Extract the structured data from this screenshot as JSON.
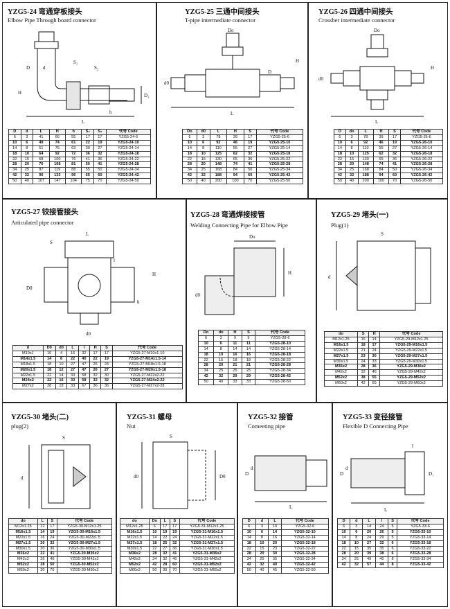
{
  "sections": [
    {
      "title": "YZG5-24 弯通穿板接头",
      "subtitle": "Elbow Pipe Through  board connector",
      "labels": [
        "S₁",
        "S₂",
        "D",
        "d",
        "H",
        "h",
        "L",
        "D₁"
      ],
      "headers": [
        "D",
        "d",
        "L",
        "H",
        "h",
        "S₂",
        "S₃",
        "代号 Code"
      ],
      "rows": [
        [
          "6",
          "3",
          "41",
          "66",
          "55",
          "17",
          "17",
          "YZG5-24-6"
        ],
        [
          "10",
          "6",
          "49",
          "74",
          "61",
          "22",
          "19",
          "YZG5-24-10"
        ],
        [
          "14",
          "8",
          "51",
          "76",
          "63",
          "30",
          "27",
          "YZG5-24-14"
        ],
        [
          "18",
          "10",
          "64",
          "92",
          "72",
          "36",
          "32",
          "YZG5-24-18"
        ],
        [
          "22",
          "15",
          "68",
          "100",
          "76",
          "41",
          "36",
          "YZG5-24-22"
        ],
        [
          "28",
          "20",
          "76",
          "108",
          "81",
          "50",
          "41",
          "YZG5-24-28"
        ],
        [
          "34",
          "25",
          "87",
          "119",
          "88",
          "55",
          "50",
          "YZG5-24-34"
        ],
        [
          "42",
          "32",
          "96",
          "133",
          "96",
          "65",
          "60",
          "YZG5-24-42"
        ],
        [
          "50",
          "40",
          "107",
          "147",
          "104",
          "75",
          "70",
          "YZG5-24-50"
        ]
      ],
      "bold_rows": [
        1,
        3,
        5,
        7
      ]
    },
    {
      "title": "YZG5-25 三通中间接头",
      "subtitle": "T-pipe intermediate connector",
      "labels": [
        "Do",
        "d0",
        "H",
        "L",
        "D"
      ],
      "headers": [
        "Do",
        "d0",
        "L",
        "H",
        "S",
        "代号 Code"
      ],
      "rows": [
        [
          "6",
          "3",
          "78",
          "39",
          "17",
          "YZG5-25-6"
        ],
        [
          "10",
          "6",
          "92",
          "46",
          "19",
          "YZG5-25-10"
        ],
        [
          "14",
          "8",
          "110",
          "55",
          "27",
          "YZG5-25-14"
        ],
        [
          "18",
          "10",
          "125",
          "62",
          "32",
          "YZG5-25-18"
        ],
        [
          "22",
          "15",
          "130",
          "65",
          "36",
          "YZG5-25-22"
        ],
        [
          "28",
          "20",
          "148",
          "74",
          "41",
          "YZG5-25-28"
        ],
        [
          "34",
          "25",
          "168",
          "84",
          "50",
          "YZG5-25-34"
        ],
        [
          "42",
          "32",
          "188",
          "94",
          "60",
          "YZG5-25-42"
        ],
        [
          "50",
          "40",
          "200",
          "100",
          "70",
          "YZG5-25-50"
        ]
      ],
      "bold_rows": [
        1,
        3,
        5,
        7
      ]
    },
    {
      "title": "YZG5-26 四通中间接头",
      "subtitle": "Crossber intermediate connector",
      "labels": [
        "Do",
        "d0",
        "H",
        "L"
      ],
      "headers": [
        "D",
        "do",
        "L",
        "H",
        "S",
        "代号 Code"
      ],
      "rows": [
        [
          "6",
          "3",
          "78",
          "39",
          "17",
          "YZG5-26-6"
        ],
        [
          "10",
          "6",
          "92",
          "46",
          "19",
          "YZG5-26-10"
        ],
        [
          "14",
          "8",
          "110",
          "55",
          "27",
          "YZG5-26-14"
        ],
        [
          "18",
          "10",
          "125",
          "62",
          "32",
          "YZG5-26-18"
        ],
        [
          "22",
          "15",
          "130",
          "65",
          "36",
          "YZG5-26-22"
        ],
        [
          "28",
          "20",
          "148",
          "74",
          "41",
          "YZG5-26-28"
        ],
        [
          "34",
          "25",
          "168",
          "84",
          "50",
          "YZG5-26-34"
        ],
        [
          "42",
          "32",
          "188",
          "94",
          "60",
          "YZG5-26-42"
        ],
        [
          "50",
          "40",
          "200",
          "100",
          "70",
          "YZG5-26-50"
        ]
      ],
      "bold_rows": [
        1,
        3,
        5,
        7
      ]
    },
    {
      "title": "YZG5-27 铰接管接头",
      "subtitle": "Articulated pipe connector",
      "labels": [
        "L",
        "S",
        "D0",
        "H",
        "h",
        "d0",
        "l"
      ],
      "headers": [
        "d",
        "D0",
        "d0",
        "L",
        "l",
        "H",
        "S",
        "代号 Code"
      ],
      "rows": [
        [
          "M10x1",
          "10",
          "4",
          "16",
          "32",
          "17",
          "17",
          "YZG5-27-M10x1-10"
        ],
        [
          "M14x1.5",
          "14",
          "8",
          "22",
          "40",
          "22",
          "19",
          "YZG5-27-M14x1.5-14"
        ],
        [
          "M18x1.5",
          "18",
          "10",
          "27",
          "47",
          "26",
          "24",
          "YZG5-27-M18x1.5-18"
        ],
        [
          "M20x1.5",
          "18",
          "12",
          "27",
          "47",
          "26",
          "27",
          "YZG5-27-M20x1.5-18"
        ],
        [
          "M22x1.5",
          "22",
          "14",
          "33",
          "58",
          "32",
          "30",
          "YZG5-27-M22x2-22"
        ],
        [
          "M24x2",
          "22",
          "16",
          "33",
          "58",
          "32",
          "32",
          "YZG5-27-M24x2-22"
        ],
        [
          "M27x2",
          "28",
          "18",
          "33",
          "67",
          "36",
          "36",
          "YZG5-27-M27x2-28"
        ]
      ],
      "bold_rows": [
        1,
        3,
        5
      ]
    },
    {
      "title": "YZG5-28 弯通焊接接管",
      "subtitle": "Welding Connecting Pipe for Elbow Pipe",
      "labels": [
        "Do",
        "d0",
        "H"
      ],
      "headers": [
        "Do",
        "do",
        "H",
        "S",
        "代号 Code"
      ],
      "rows": [
        [
          "6",
          "3",
          "9",
          "9",
          "YZG5-28-6"
        ],
        [
          "10",
          "6",
          "11",
          "11",
          "YZG5-28-10"
        ],
        [
          "14",
          "8",
          "14",
          "14",
          "YZG5-28-14"
        ],
        [
          "18",
          "10",
          "16",
          "16",
          "YZG5-28-18"
        ],
        [
          "22",
          "15",
          "18",
          "18",
          "YZG5-28-22"
        ],
        [
          "28",
          "20",
          "21",
          "21",
          "YZG5-28-28"
        ],
        [
          "34",
          "25",
          "25",
          "25",
          "YZG5-28-34"
        ],
        [
          "42",
          "32",
          "29",
          "29",
          "YZG5-28-42"
        ],
        [
          "50",
          "40",
          "33",
          "33",
          "YZG5-28-50"
        ]
      ],
      "bold_rows": [
        1,
        3,
        5,
        7
      ]
    },
    {
      "title": "YZG5-29 堵头(一)",
      "subtitle": "Plug(1)",
      "labels": [
        "S",
        "d"
      ],
      "headers": [
        "do",
        "S",
        "H",
        "代号 Code"
      ],
      "rows": [
        [
          "M12x1.25",
          "16",
          "14",
          "YZG5-29-M12x1.25"
        ],
        [
          "M16x1.5",
          "18",
          "17",
          "YZG5-29-M16x1.5"
        ],
        [
          "M22x1.5",
          "21",
          "24",
          "YZG5-29-M22x1.5"
        ],
        [
          "M27x1.5",
          "23",
          "30",
          "YZG5-29-M27x1.5"
        ],
        [
          "M30x1.5",
          "24",
          "33",
          "YZG5-29-M30x1.5"
        ],
        [
          "M36x2",
          "28",
          "36",
          "YZG5-29-M36x2"
        ],
        [
          "M42x2",
          "32",
          "46",
          "YZG5-29-M42x2"
        ],
        [
          "M52x2",
          "38",
          "55",
          "YZG5-29-M52x2"
        ],
        [
          "M60x2",
          "42",
          "65",
          "YZG5-29-M60x2"
        ]
      ],
      "bold_rows": [
        1,
        3,
        5,
        7
      ]
    },
    {
      "title": "YZG5-30 堵头(二)",
      "subtitle": "plug(2)",
      "labels": [
        "S",
        "d"
      ],
      "headers": [
        "do",
        "L",
        "S",
        "代号 Code"
      ],
      "rows": [
        [
          "M12x1.25",
          "12",
          "17",
          "YZG5-30-M12x1.25"
        ],
        [
          "M16x1.5",
          "14",
          "19",
          "YZG5-30-M16x1.5"
        ],
        [
          "M22x1.5",
          "16",
          "24",
          "YZG5-30-M22x1.5"
        ],
        [
          "M27x1.5",
          "20",
          "32",
          "YZG5-30-M27x1.5"
        ],
        [
          "M30x1.5",
          "20",
          "36",
          "YZG5-30-M30x1.5"
        ],
        [
          "M36x2",
          "22",
          "41",
          "YZG5-30-M36x2"
        ],
        [
          "M42x2",
          "26",
          "46",
          "YZG5-30-M42x2"
        ],
        [
          "M52x2",
          "28",
          "50",
          "YZG5-30-M52x2"
        ],
        [
          "M60x2",
          "30",
          "70",
          "YZG5-30-M60x2"
        ]
      ],
      "bold_rows": [
        1,
        3,
        5,
        7
      ]
    },
    {
      "title": "YZG5-31 螺母",
      "subtitle": "Nut",
      "labels": [
        "S",
        "d0",
        "D0"
      ],
      "headers": [
        "do",
        "Do",
        "L",
        "S",
        "代号 Code"
      ],
      "rows": [
        [
          "M12x1.25",
          "6",
          "17",
          "17",
          "YZG5-31-M12x1.25"
        ],
        [
          "M16x1.5",
          "10",
          "19",
          "19",
          "YZG5-31-M16x1.5"
        ],
        [
          "M22x1.5",
          "14",
          "22",
          "24",
          "YZG5-31-M22x1.5"
        ],
        [
          "M27x1.5",
          "18",
          "25",
          "32",
          "YZG5-31-M27x1.5"
        ],
        [
          "M30x1.5",
          "22",
          "27",
          "36",
          "YZG5-31-M30x1.5"
        ],
        [
          "M36x2",
          "28",
          "32",
          "41",
          "YZG5-31-M36x2"
        ],
        [
          "M42x2",
          "34",
          "32",
          "46",
          "YZG5-31-M42x2"
        ],
        [
          "M52x2",
          "42",
          "28",
          "60",
          "YZG5-31-M52x2"
        ],
        [
          "M60x2",
          "50",
          "30",
          "70",
          "YZG5-31-M60x2"
        ]
      ],
      "bold_rows": [
        1,
        3,
        5,
        7
      ]
    },
    {
      "title": "YZG5-32 接管",
      "subtitle": "Comeeting pipe",
      "labels": [
        "D",
        "d",
        "L"
      ],
      "headers": [
        "D",
        "d",
        "L",
        "代号 Code"
      ],
      "rows": [
        [
          "6",
          "3",
          "10",
          "YZG5-32-6"
        ],
        [
          "10",
          "6",
          "14",
          "YZG5-32-10"
        ],
        [
          "14",
          "8",
          "16",
          "YZG5-32-14"
        ],
        [
          "18",
          "10",
          "20",
          "YZG5-32-18"
        ],
        [
          "22",
          "15",
          "23",
          "YZG5-32-22"
        ],
        [
          "28",
          "20",
          "30",
          "YZG5-32-28"
        ],
        [
          "34",
          "25",
          "35",
          "YZG5-32-34"
        ],
        [
          "42",
          "32",
          "40",
          "YZG5-32-42"
        ],
        [
          "50",
          "40",
          "45",
          "YZG5-32-50"
        ]
      ],
      "bold_rows": [
        1,
        3,
        5,
        7
      ]
    },
    {
      "title": "YZG5-33 变径接管",
      "subtitle": "Flexible D Connecting Pipe",
      "labels": [
        "D",
        "d",
        "l",
        "D₁",
        "L"
      ],
      "headers": [
        "D",
        "d",
        "L",
        "l",
        "S",
        "代号 Code"
      ],
      "rows": [
        [
          "6",
          "3",
          "14",
          "24",
          "5",
          "YZG5-33-6"
        ],
        [
          "10",
          "6",
          "20",
          "26",
          "5",
          "YZG5-33-10"
        ],
        [
          "14",
          "8",
          "24",
          "29",
          "5",
          "YZG5-33-14"
        ],
        [
          "18",
          "10",
          "27",
          "32",
          "6",
          "YZG5-33-18"
        ],
        [
          "22",
          "15",
          "35",
          "35",
          "6",
          "YZG5-33-22"
        ],
        [
          "28",
          "20",
          "39",
          "38",
          "6",
          "YZG5-33-28"
        ],
        [
          "34",
          "25",
          "49",
          "40",
          "8",
          "YZG5-33-34"
        ],
        [
          "42",
          "32",
          "57",
          "44",
          "8",
          "YZG5-33-42"
        ]
      ],
      "bold_rows": [
        1,
        3,
        5,
        7
      ]
    }
  ]
}
